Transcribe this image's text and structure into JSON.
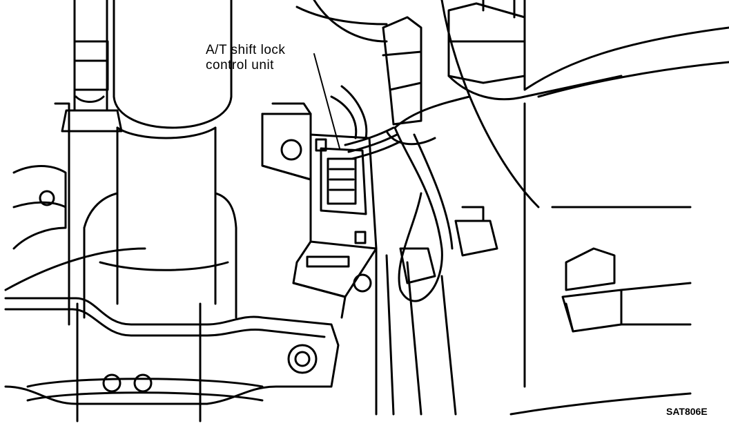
{
  "labels": {
    "callout_line1": "A/T shift lock",
    "callout_line2": "control unit",
    "figure_code": "SAT806E"
  },
  "colors": {
    "ink": "#000000",
    "paper": "#ffffff"
  }
}
